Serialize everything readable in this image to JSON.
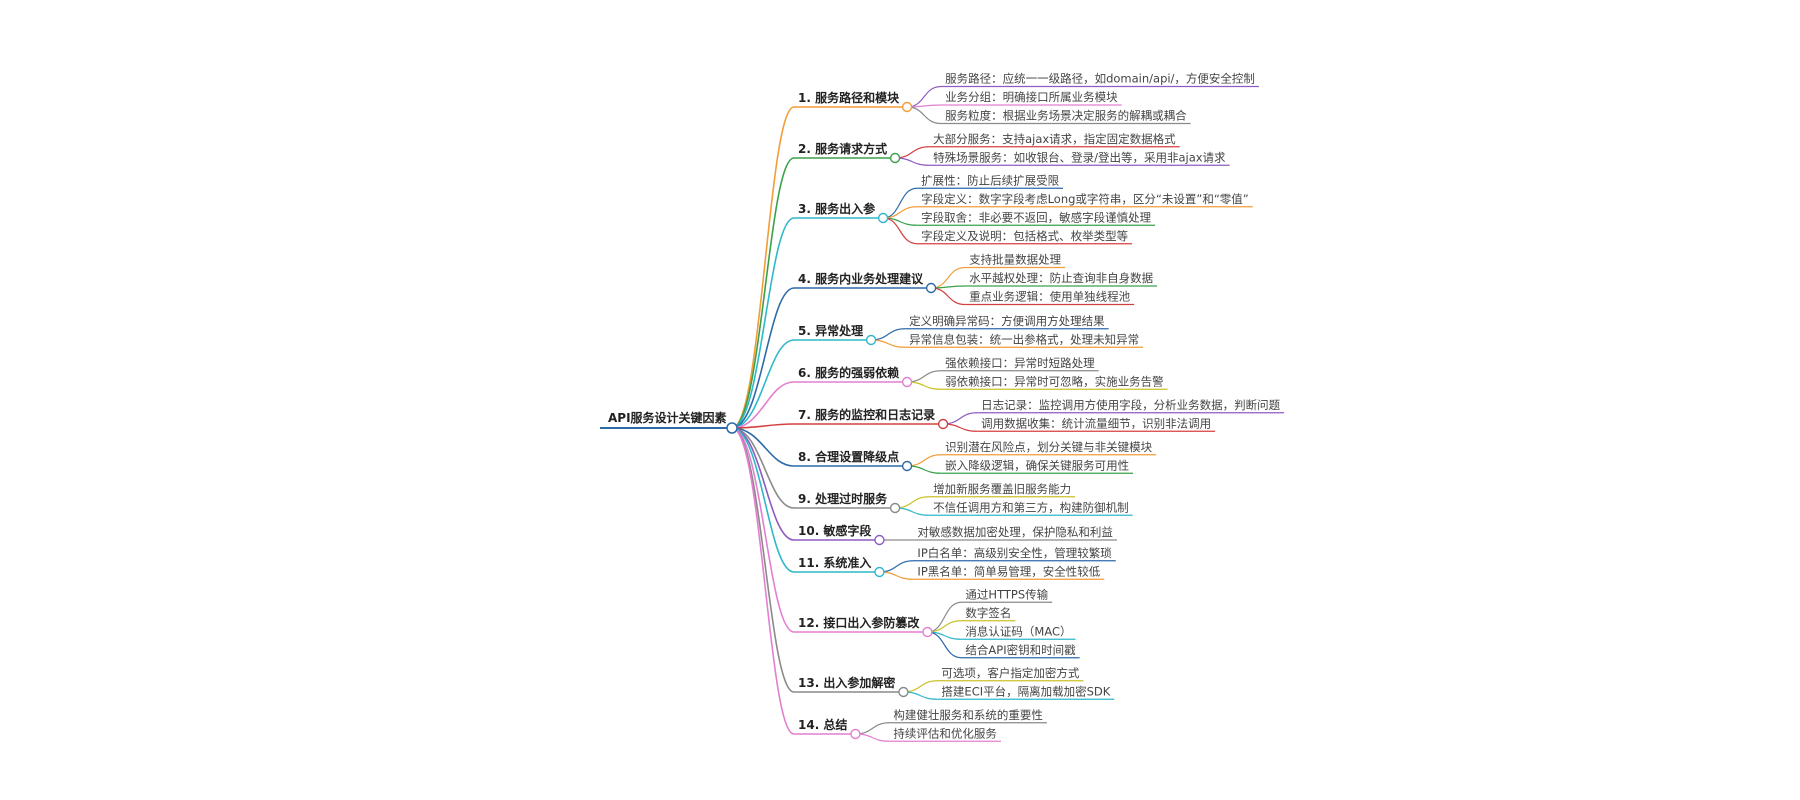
{
  "root": "API服务设计关键因素",
  "branch_colors": [
    "#f39c38",
    "#3aa14a",
    "#2fb8c9",
    "#2c6aa8",
    "#2fb8c9",
    "#e37fd0",
    "#d44040",
    "#2c6aa8",
    "#8a8a8a",
    "#8e5cc0",
    "#2fb8c9",
    "#e37fd0",
    "#8a8a8a",
    "#e37fd0"
  ],
  "branches": [
    {
      "label": "1. 服务路径和模块",
      "leaves": [
        {
          "text": "服务路径：应统一一级路径，如domain/api/，方便安全控制",
          "color": "#8e5cc0"
        },
        {
          "text": "业务分组：明确接口所属业务模块",
          "color": "#e37fd0"
        },
        {
          "text": "服务粒度：根据业务场景决定服务的解耦或耦合",
          "color": "#8a8a8a"
        }
      ]
    },
    {
      "label": "2. 服务请求方式",
      "leaves": [
        {
          "text": "大部分服务：支持ajax请求，指定固定数据格式",
          "color": "#d44040"
        },
        {
          "text": "特殊场景服务：如收银台、登录/登出等，采用非ajax请求",
          "color": "#8e5cc0"
        }
      ]
    },
    {
      "label": "3. 服务出入参",
      "leaves": [
        {
          "text": "扩展性：防止后续扩展受限",
          "color": "#2c6aa8"
        },
        {
          "text": "字段定义：数字字段考虑Long或字符串，区分“未设置”和“零值”",
          "color": "#f39c38"
        },
        {
          "text": "字段取舍：非必要不返回，敏感字段谨慎处理",
          "color": "#3aa14a"
        },
        {
          "text": "字段定义及说明：包括格式、枚举类型等",
          "color": "#d44040"
        }
      ]
    },
    {
      "label": "4. 服务内业务处理建议",
      "leaves": [
        {
          "text": "支持批量数据处理",
          "color": "#f39c38"
        },
        {
          "text": "水平越权处理：防止查询非自身数据",
          "color": "#3aa14a"
        },
        {
          "text": "重点业务逻辑：使用单独线程池",
          "color": "#d44040"
        }
      ]
    },
    {
      "label": "5. 异常处理",
      "leaves": [
        {
          "text": "定义明确异常码：方便调用方处理结果",
          "color": "#2c6aa8"
        },
        {
          "text": "异常信息包装：统一出参格式，处理未知异常",
          "color": "#f39c38"
        }
      ]
    },
    {
      "label": "6. 服务的强弱依赖",
      "leaves": [
        {
          "text": "强依赖接口：异常时短路处理",
          "color": "#8a8a8a"
        },
        {
          "text": "弱依赖接口：异常时可忽略，实施业务告警",
          "color": "#c9c227"
        }
      ]
    },
    {
      "label": "7. 服务的监控和日志记录",
      "leaves": [
        {
          "text": "日志记录：监控调用方使用字段，分析业务数据，判断问题",
          "color": "#8e5cc0"
        },
        {
          "text": "调用数据收集：统计流量细节，识别非法调用",
          "color": "#d44040"
        }
      ]
    },
    {
      "label": "8. 合理设置降级点",
      "leaves": [
        {
          "text": "识别潜在风险点，划分关键与非关键模块",
          "color": "#f39c38"
        },
        {
          "text": "嵌入降级逻辑，确保关键服务可用性",
          "color": "#3aa14a"
        }
      ]
    },
    {
      "label": "9. 处理过时服务",
      "leaves": [
        {
          "text": "增加新服务覆盖旧服务能力",
          "color": "#c9c227"
        },
        {
          "text": "不信任调用方和第三方，构建防御机制",
          "color": "#2fb8c9"
        }
      ]
    },
    {
      "label": "10. 敏感字段",
      "leaves": [
        {
          "text": "对敏感数据加密处理，保护隐私和利益",
          "color": "#8a8a8a"
        }
      ]
    },
    {
      "label": "11. 系统准入",
      "leaves": [
        {
          "text": "IP白名单：高级别安全性，管理较繁琐",
          "color": "#2c6aa8"
        },
        {
          "text": "IP黑名单：简单易管理，安全性较低",
          "color": "#f39c38"
        }
      ]
    },
    {
      "label": "12. 接口出入参防篡改",
      "leaves": [
        {
          "text": "通过HTTPS传输",
          "color": "#8a8a8a"
        },
        {
          "text": "数字签名",
          "color": "#c9c227"
        },
        {
          "text": "消息认证码（MAC）",
          "color": "#2fb8c9"
        },
        {
          "text": "结合API密钥和时间戳",
          "color": "#2c6aa8"
        }
      ]
    },
    {
      "label": "13. 出入参加解密",
      "leaves": [
        {
          "text": "可选项，客户指定加密方式",
          "color": "#c9c227"
        },
        {
          "text": "搭建ECI平台，隔离加载加密SDK",
          "color": "#2fb8c9"
        }
      ]
    },
    {
      "label": "14. 总结",
      "leaves": [
        {
          "text": "构建健壮服务和系统的重要性",
          "color": "#8a8a8a"
        },
        {
          "text": "持续评估和优化服务",
          "color": "#e37fd0"
        }
      ]
    }
  ]
}
